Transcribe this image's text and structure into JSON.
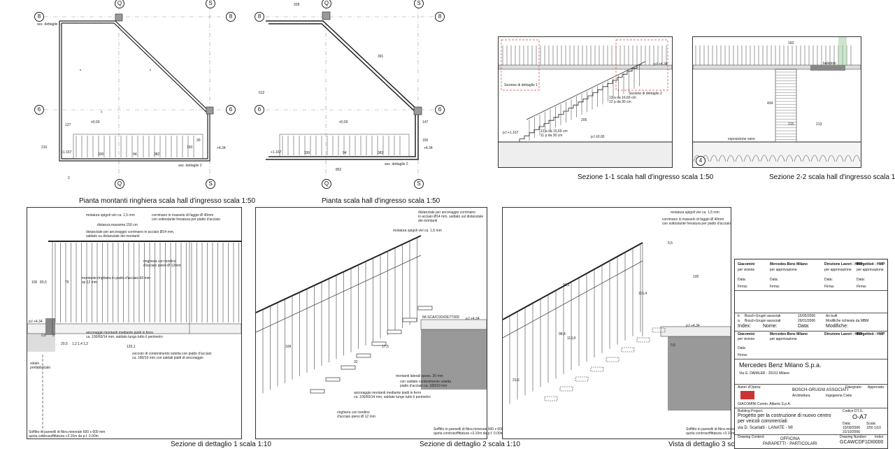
{
  "views": {
    "plan_a": {
      "caption": "Pianta montanti ringhiera scala hall d'ingresso scala 1:50",
      "axes": {
        "top_left": "Q",
        "top_right": "S",
        "left_top": "8",
        "left_mid": "6",
        "right_top": "8",
        "right_mid": "6",
        "bottom_left": "Q",
        "bottom_right": "S"
      },
      "labels": {
        "sez1": "sez. dettaglio 1",
        "sez2": "sez. dettaglio 2",
        "elev0": "±0.00",
        "elev_a": "+1.167",
        "elev_b": "+4.34",
        "d1": "127",
        "d2": "210",
        "d3": "330",
        "d4": "94",
        "d5": "382",
        "d6": "150",
        "d7": "30",
        "d8": "2"
      }
    },
    "plan_b": {
      "caption": "Pianta  scala hall d'ingresso scala 1:50",
      "axes": {
        "top_left": "Q",
        "top_right": "S",
        "left_top": "8",
        "left_mid": "6",
        "right_top": "8",
        "right_mid": "6",
        "bottom_left": "Q",
        "bottom_right": "S"
      },
      "labels": {
        "top": "328",
        "diag": "391",
        "left": "612",
        "bottom": "852",
        "elev0": "±0.00",
        "elev_a": "+1.167",
        "elev_b": "+4.34",
        "d3": "330",
        "d4": "94",
        "d5": "382",
        "d6": "150",
        "d7": "147",
        "sez2": "sez. dettaglio 2"
      }
    },
    "sezione_1": {
      "caption": "Sezione 1-1 scala hall d'ingresso scala 1:50",
      "labels": {
        "sez1": "Sezione di dettaglio 1",
        "sez2": "Sezione di dettaglio 2",
        "steps1": "13 a da 16,69 cm",
        "steps2": "12 p da 30 cm",
        "steps3": "12 a da 16,69 cm",
        "steps4": "11 p da 30 cm",
        "elev_a": "p.f.+1.167",
        "elev_b": "p.f.+4.34",
        "elev_c": "p.f.±0.00",
        "h": "205"
      }
    },
    "sezione_2": {
      "caption": "Sezione 2-2 scala hall d'ingresso scala 1:50",
      "labels": {
        "w": "150",
        "h": "434",
        "ballatoio": "ballatoio",
        "espos": "esposizione vano",
        "d1": "215",
        "d2": "213",
        "num": "4"
      }
    },
    "dettaglio_1": {
      "caption": "Sezione di dettaglio 1 scala 1:10",
      "labels": {
        "n1": "molatura spigoli vivi ca. 1,5 mm",
        "n2": "corrimano in masselo di faggio Ø 40mm\ncon sottostante fresatura per piatto d'acciaio",
        "n3": "distanza massima 150 cm",
        "n4": "distanziale per ancoraggio corrimano in acciaio Ø14 mm,\nsaldato su distanziale dei montanti",
        "n5": "montante ringhiera in piatto d'acciaio 60 mm\nsp 12 mm",
        "n6": "ringhiera con tondino\nd'acciaio pieno Ø 12mm",
        "n7": "ancoraggio montanti mediante piatti in ferro\nca. 100/60/14 mm, saldato lungo tutto il perimetro",
        "n8": "zoccolo di contenimento soletta con piatto d'acciaio\nca. 180/10 mm con saldati piatti di ancoraggio",
        "n9": "solaio\nprefabbricato",
        "foot": "Soffitto in pannelli di fibra minerale 600 x 600 mm\nquota controsoffittatura +3.10m da p.f. 0.00m",
        "elev": "p.f.+4.34",
        "h1": "100",
        "h2": "83,5",
        "h3": "76",
        "d1": "20,5",
        "d2": "1,2",
        "d3": "1,4",
        "d4": "1,2",
        "d5": "125,1",
        "d6": "0,6",
        "d7": "5"
      }
    },
    "dettaglio_2": {
      "caption": "Sezione di dettaglio 2 scala 1:10",
      "labels": {
        "n1": "distanziale per ancoraggio corrimano\nin acciaio Ø14 mm, saldato sul distanziale\ndei montanti",
        "n2": "molatura spigoli vivi ca. 1,5 mm",
        "n3": "montanti laterali spess. 20 mm",
        "n4": "con saldato contenimento soletta\npiatto d'acciaio ca. 180/10 mm",
        "n5": "ancoraggio montanti mediante piatti in ferro\nca. 100/60/14 mm, saldato lungo tutto il perimetro",
        "n6": "ringhiera con tondino\nd'acciaio pieno Ø 12 mm",
        "ref": "IM-SCA/COD/DETT000",
        "foot": "Soffitto in pannelli di fibra minerale 600 x 600 mm\nquota controsoffittatura +3.10m da p.f. 0.00m",
        "elev": "p.f.+4.34",
        "d1": "109",
        "d2": "32",
        "d3": "17,5"
      }
    },
    "dettaglio_3": {
      "caption": "Vista di dettaglio 3 scala 1:10",
      "labels": {
        "n1": "molatura spigoli vivi ca. 1,5 mm",
        "n2": "corrimano in masselo di faggio Ø 40mm\ncon sottostante fresatura per piatto d'acciaio",
        "foot": "Soffitto in pannelli di fibra minerale 600 x 600 mm\nquota controsoffittatura +3.10m da p.f. 0.00m",
        "elev": "p.f.+4.34",
        "h1": "100",
        "h2": "115,4",
        "h3": "92,1",
        "h4": "98,4",
        "h5": "113,8",
        "d1": "0,5",
        "d2": "23,6",
        "d3": "5,5"
      }
    }
  },
  "title_block": {
    "h_giacomini": "Giacomini",
    "h_mercedes": "Mercedes-Benz Milano",
    "h_direzione": "Direzione Lavori - HMP",
    "h_progettisti": "Progettisti - HMP",
    "per_visione": "per visione",
    "per_approvazione": "per approvazione",
    "data": "Data:",
    "firma": "Firma:",
    "rev_b": "b",
    "rev_b_author": "Bosch-Grugni associati",
    "rev_b_date": "15/05/2006",
    "rev_b_mod": "As built",
    "rev_a": "a",
    "rev_a_author": "Bosch-Grugni associati",
    "rev_a_date": "26/01/2006",
    "rev_a_mod": "Modifiche richieste da MBM",
    "col_index": "Index:",
    "col_nome": "Nome:",
    "col_data": "Data:",
    "col_modifiche": "Modifiche:",
    "client": "Mercedes Benz Milano S.p.a.",
    "client_addr": "Via G. DAIMLER - 20151 Milano",
    "autori": "Autori d'Opera:",
    "giacomini_firm": "GIACOMINI Comm. Alberto S.p.A.",
    "bosch_firm": "BOSCH-GRUGNI ASSOCIATI",
    "bosch_sub1": "Architettura",
    "bosch_sub2": "Ingegneria Civile",
    "disegnato": "Disegnato:",
    "approvato": "Approvato:",
    "project_lbl": "Building Project:",
    "project": "Progetto per la costruzione di nuovo centro\nper veicoli commerciali",
    "project_addr": "via D. Scarlatti  -  LANATE - MI",
    "code_lbl": "Codice DT.S.",
    "code": "O-A7",
    "date_lbl": "Data:",
    "date1": "15/09/2006",
    "date2": "31/10/2006",
    "scale_lbl": "Scala:",
    "scale": "1/50 1/10",
    "content_lbl": "Drawing Content:",
    "content": "OFFICINA\nPARAPETTI - PARTICOLARI",
    "number_lbl": "Drawing Number:",
    "number": "GCAWCDF1DI0000",
    "index_lbl": "Index:"
  }
}
